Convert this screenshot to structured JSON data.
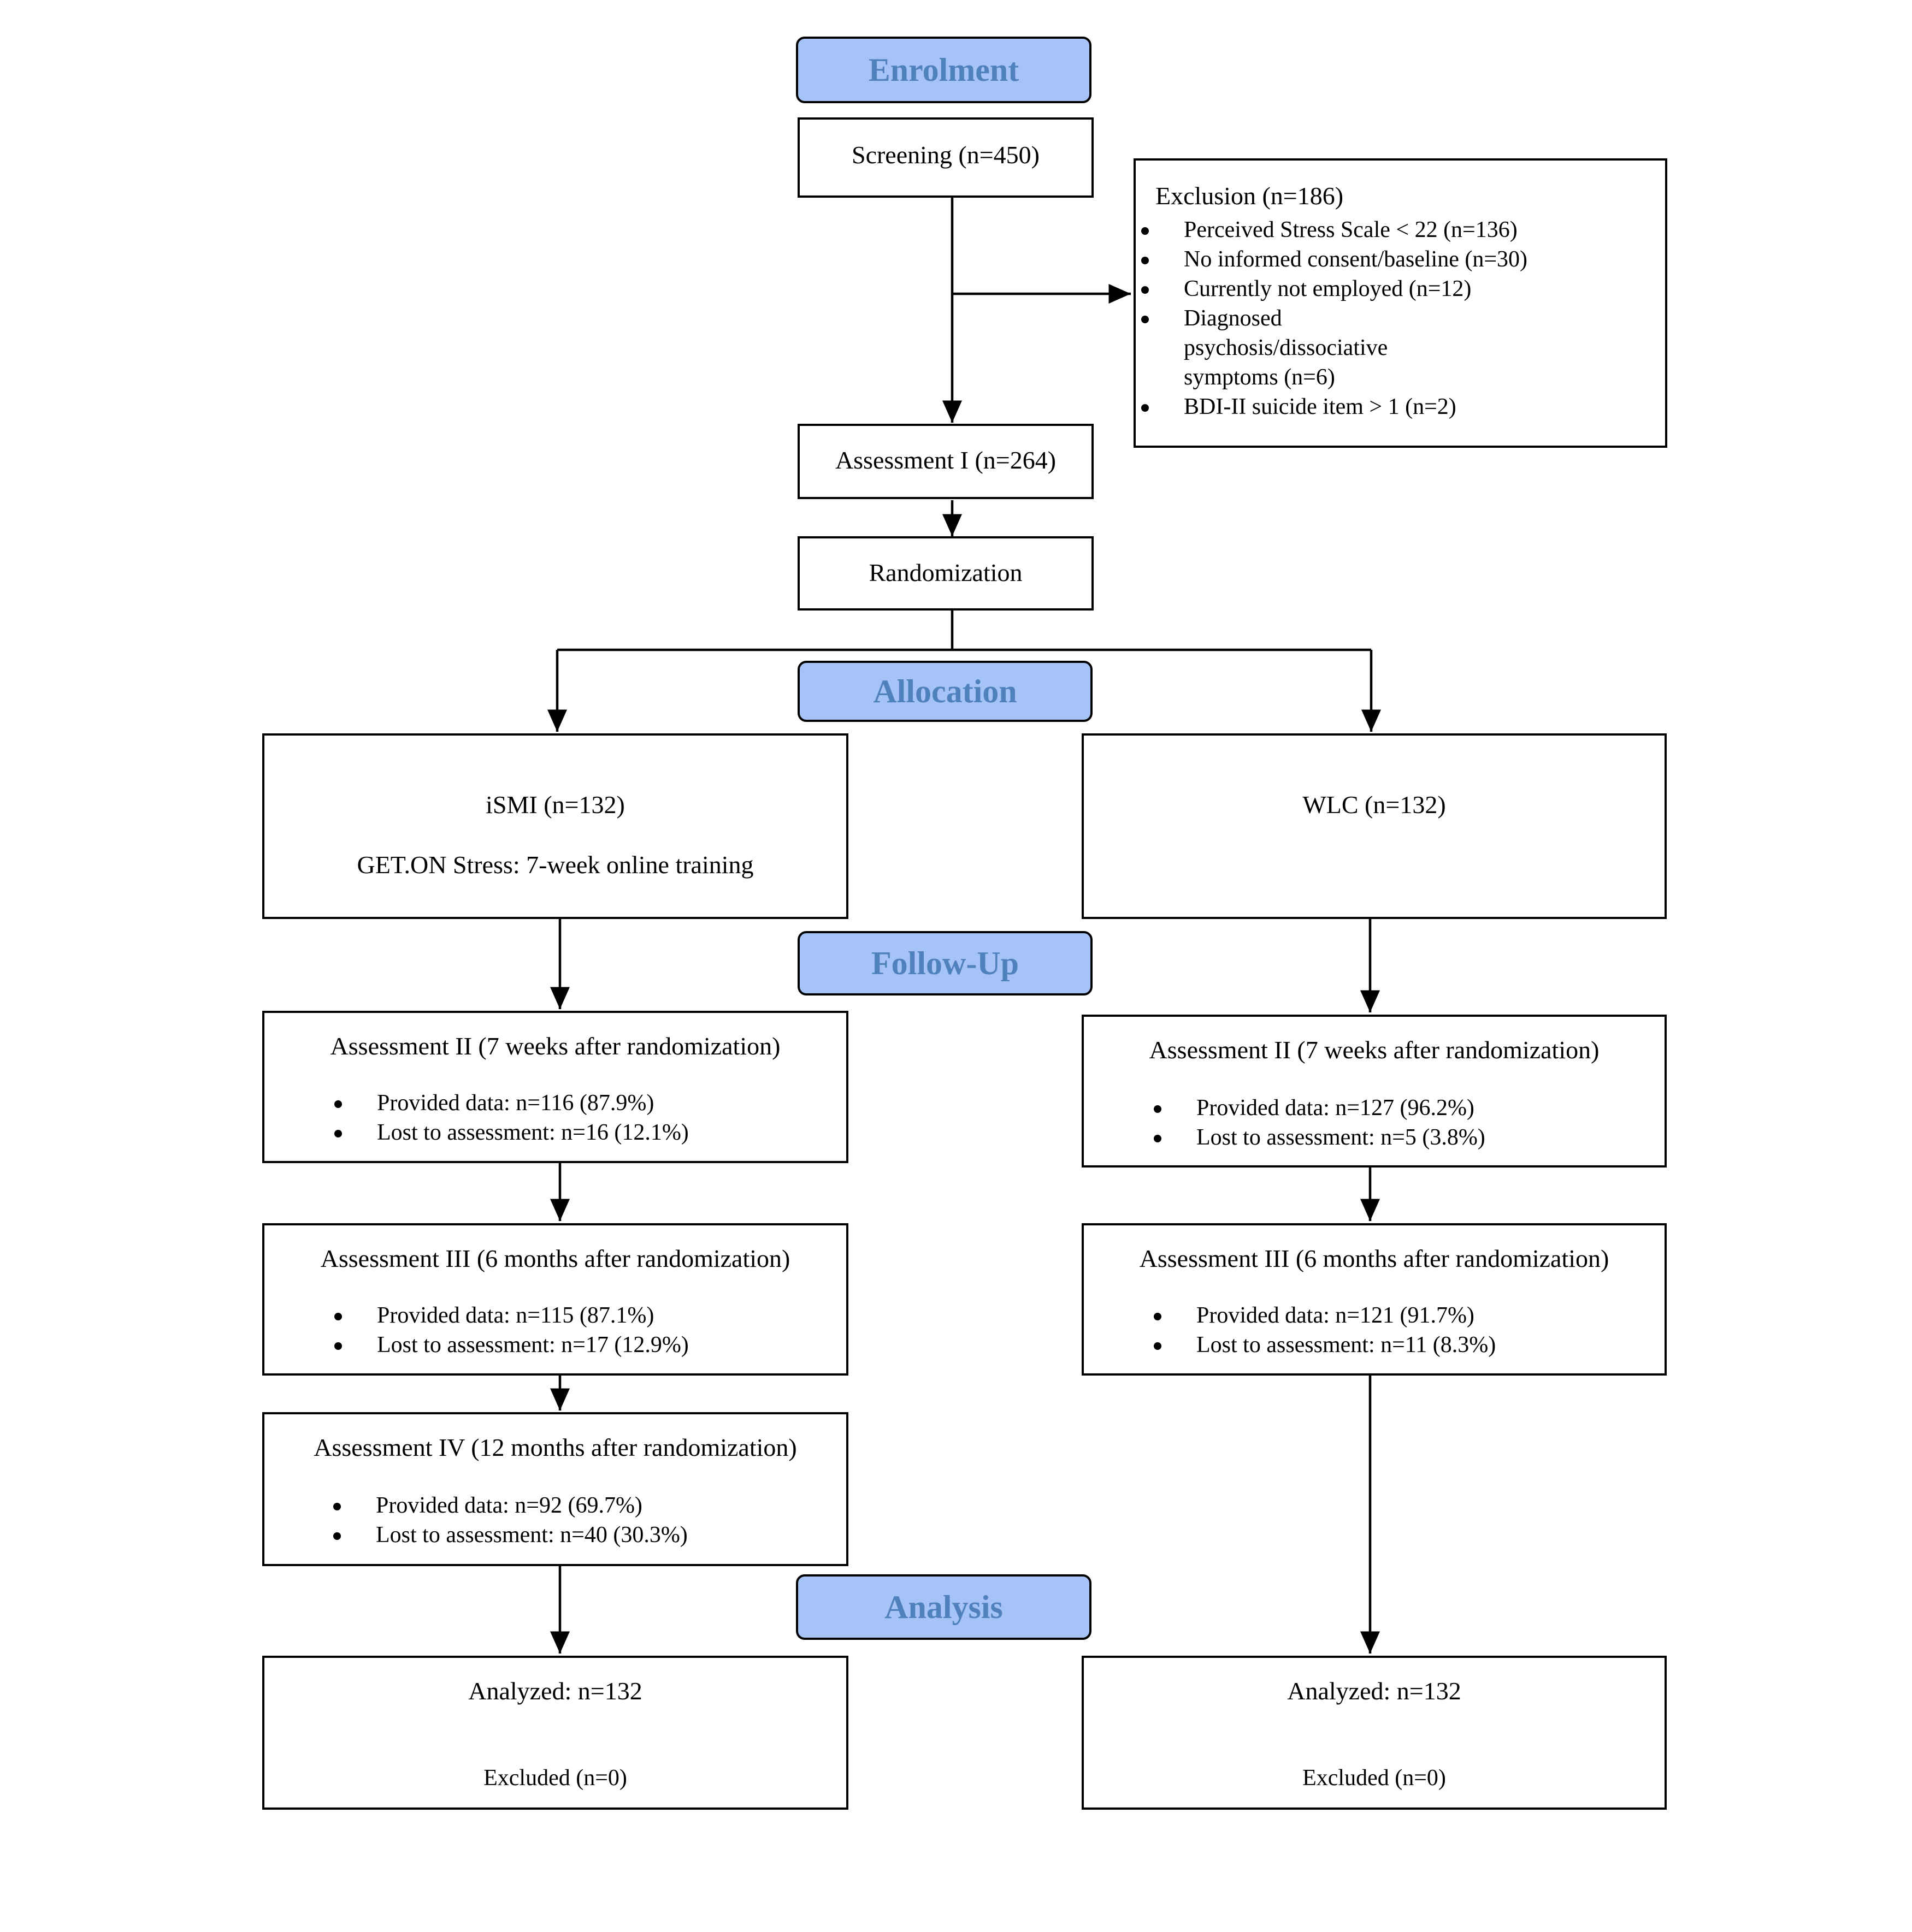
{
  "stages": {
    "enrolment": "Enrolment",
    "allocation": "Allocation",
    "follow_up": "Follow-Up",
    "analysis": "Analysis"
  },
  "screening": "Screening (n=450)",
  "exclusion": {
    "title": "Exclusion (n=186)",
    "items": [
      "Perceived Stress Scale < 22 (n=136)",
      "No informed consent/baseline (n=30)",
      "Currently not employed (n=12)",
      "Diagnosed psychosis/dissociative symptoms (n=6)",
      "BDI-II suicide item > 1 (n=2)"
    ]
  },
  "assessment_1": "Assessment I (n=264)",
  "randomization": "Randomization",
  "ismi": {
    "title": "iSMI (n=132)",
    "subtitle": "GET.ON Stress: 7-week online training",
    "assessment_2": {
      "title": "Assessment II (7 weeks after randomization)",
      "provided": "Provided data: n=116 (87.9%)",
      "lost": "Lost to assessment: n=16 (12.1%)"
    },
    "assessment_3": {
      "title": "Assessment III (6 months after randomization)",
      "provided": "Provided data: n=115 (87.1%)",
      "lost": "Lost to assessment: n=17 (12.9%)"
    },
    "assessment_4": {
      "title": "Assessment IV (12 months after randomization)",
      "provided": "Provided data: n=92 (69.7%)",
      "lost": "Lost to assessment: n=40 (30.3%)"
    },
    "analyzed": "Analyzed: n=132",
    "excluded": "Excluded (n=0)"
  },
  "wlc": {
    "title": "WLC (n=132)",
    "assessment_2": {
      "title": "Assessment II (7 weeks after randomization)",
      "provided": "Provided data: n=127 (96.2%)",
      "lost": "Lost to assessment: n=5 (3.8%)"
    },
    "assessment_3": {
      "title": "Assessment III (6 months after randomization)",
      "provided": "Provided data: n=121 (91.7%)",
      "lost": "Lost to assessment: n=11 (8.3%)"
    },
    "analyzed": "Analyzed: n=132",
    "excluded": "Excluded (n=0)"
  },
  "colors": {
    "stage_fill": "#a6c3f7",
    "stage_text": "#4f81bd",
    "line": "#000000"
  }
}
